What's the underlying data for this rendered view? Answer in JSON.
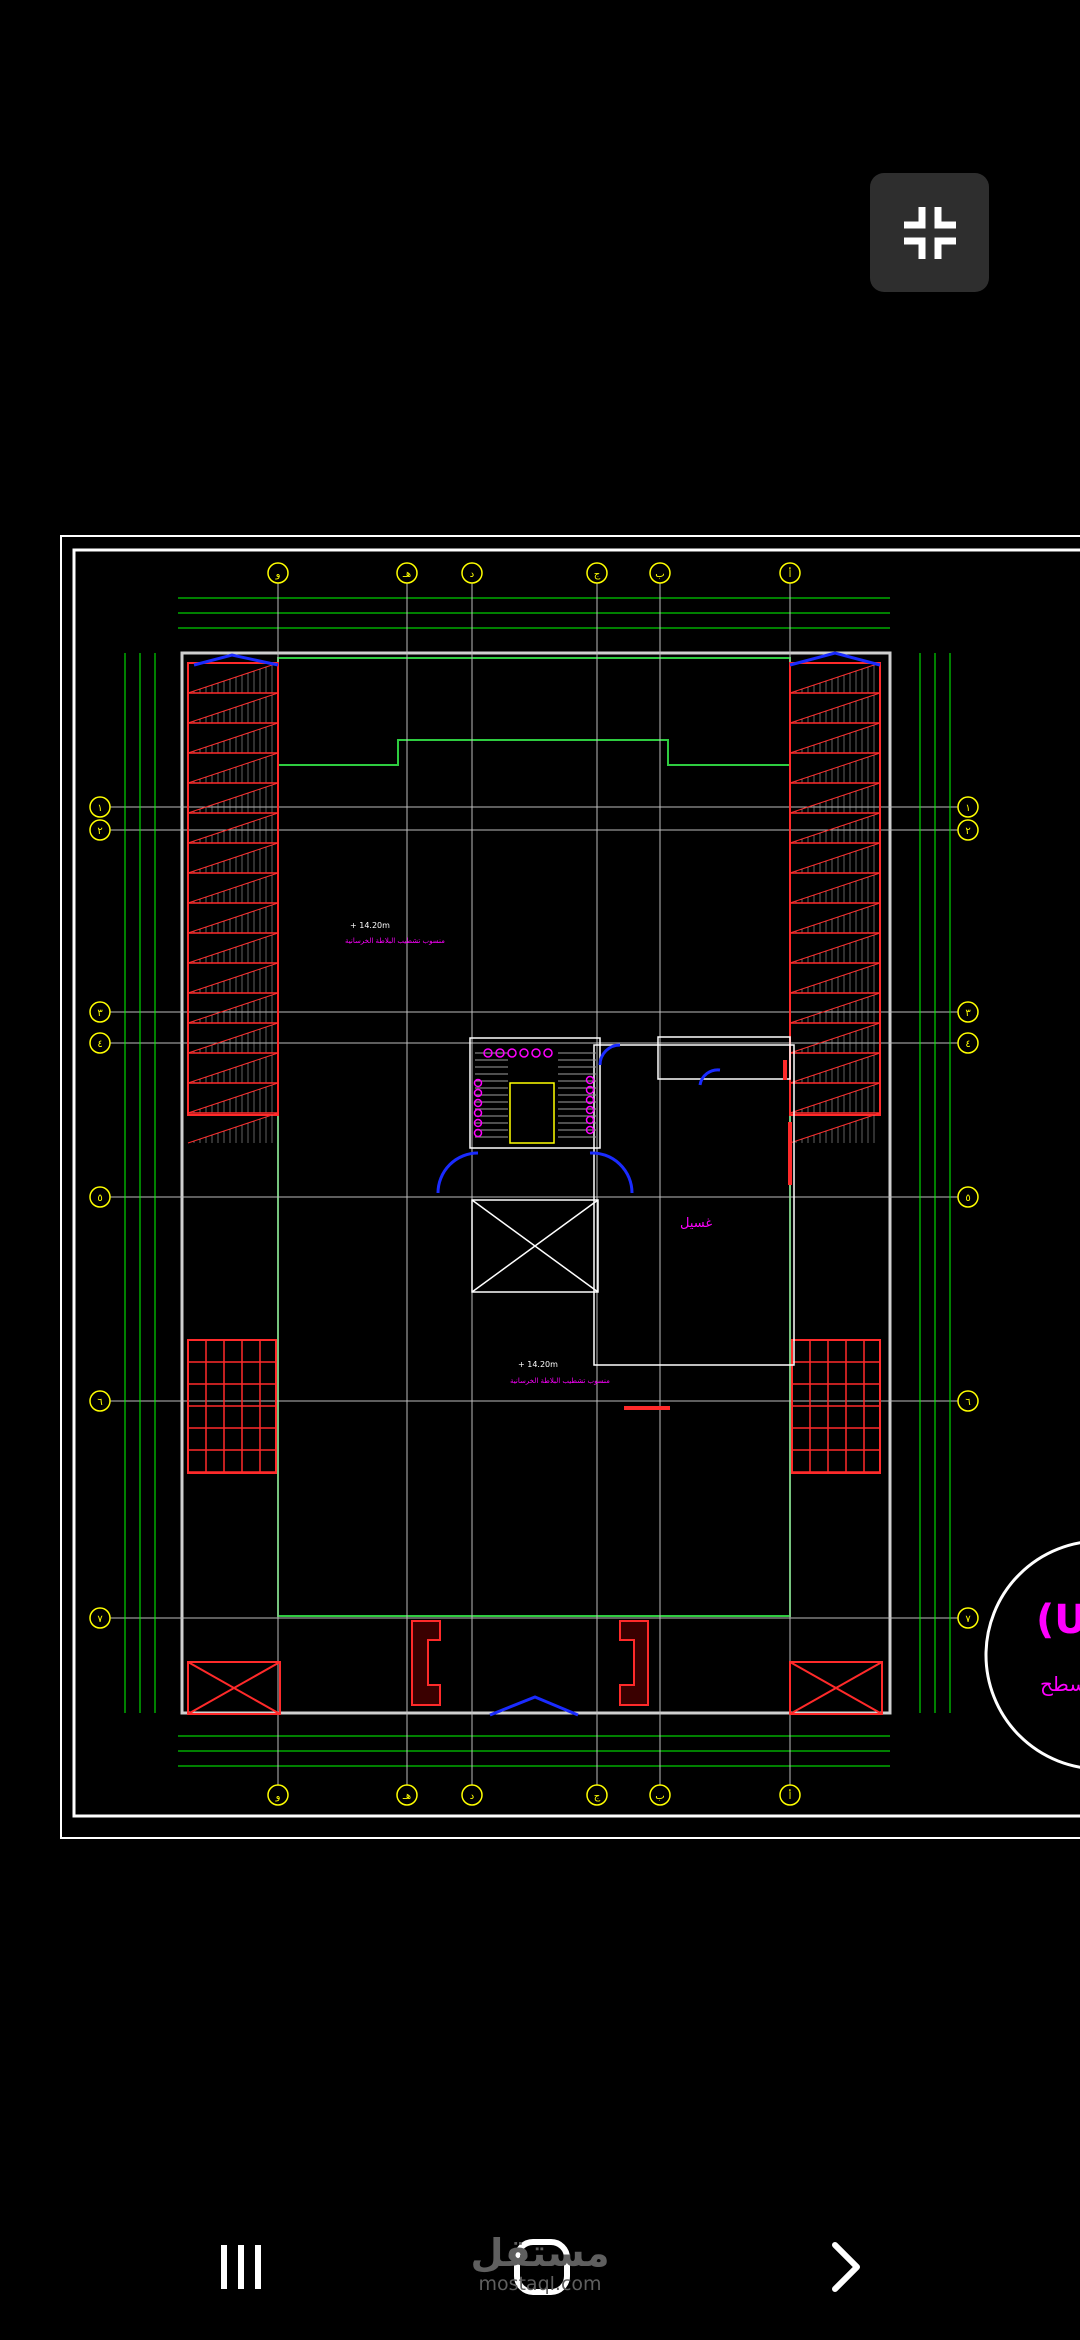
{
  "toolbar": {
    "exit_fullscreen_icon": "exit-fullscreen-icon"
  },
  "drawing": {
    "grid_top": [
      "أ",
      "ب",
      "ج",
      "د",
      "هـ",
      "و"
    ],
    "grid_bottom": [
      "أ",
      "ب",
      "ج",
      "د",
      "هـ",
      "و"
    ],
    "grid_rows": [
      "١",
      "٢",
      "٣",
      "٤",
      "٥",
      "٦",
      "٧"
    ],
    "level_top": "+ 14.20m",
    "level_top_note": "منسوب تشطيب البلاطة الخرسانية",
    "level_mid": "+ 14.20m",
    "level_mid_note": "منسوب تشطيب البلاطة الخرسانية",
    "room_label": "غسيل",
    "title_partial": "(U",
    "title_partial_2": "ف السطح",
    "colors": {
      "background": "#000000",
      "frame": "#ffffff",
      "dimension": "#00ff00",
      "structure": "#ff2a2a",
      "doors": "#1a2bff",
      "annotation": "#ff00ff"
    }
  },
  "navigation": {
    "recent_icon": "recent-apps-icon",
    "home_icon": "home-icon",
    "back_icon": "back-icon"
  },
  "watermark": {
    "arabic": "مستقل",
    "latin": "mostaql.com"
  }
}
